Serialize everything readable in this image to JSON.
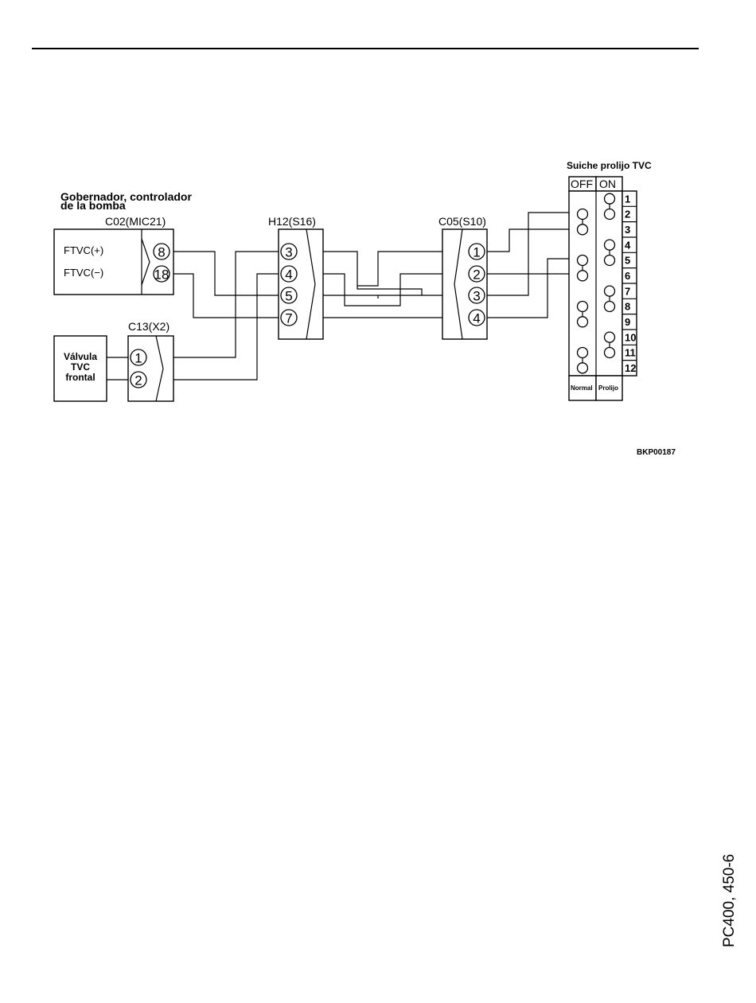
{
  "governor": {
    "title_line1": "Gobernador, controlador",
    "title_line2": "de la bomba",
    "connector": "C02(MIC21)",
    "signal_plus": "FTVC(+)",
    "signal_minus": "FTVC(−)",
    "pins": [
      "8",
      "18"
    ]
  },
  "h12": {
    "connector": "H12(S16)",
    "pins": [
      "3",
      "4",
      "5",
      "7"
    ]
  },
  "c05": {
    "connector": "C05(S10)",
    "pins": [
      "1",
      "2",
      "3",
      "4"
    ]
  },
  "c13": {
    "connector": "C13(X2)",
    "pins": [
      "1",
      "2"
    ]
  },
  "valve": {
    "line1": "Válvula",
    "line2": "TVC",
    "line3": "frontal"
  },
  "switch": {
    "title": "Suiche prolijo TVC",
    "off_label": "OFF",
    "on_label": "ON",
    "rows": [
      "1",
      "2",
      "3",
      "4",
      "5",
      "6",
      "7",
      "8",
      "9",
      "10",
      "11",
      "12"
    ],
    "normal_label": "Normal",
    "prolijo_label": "Prolijo"
  },
  "figure_code": "BKP00187",
  "model_footer": "PC400, 450-6"
}
